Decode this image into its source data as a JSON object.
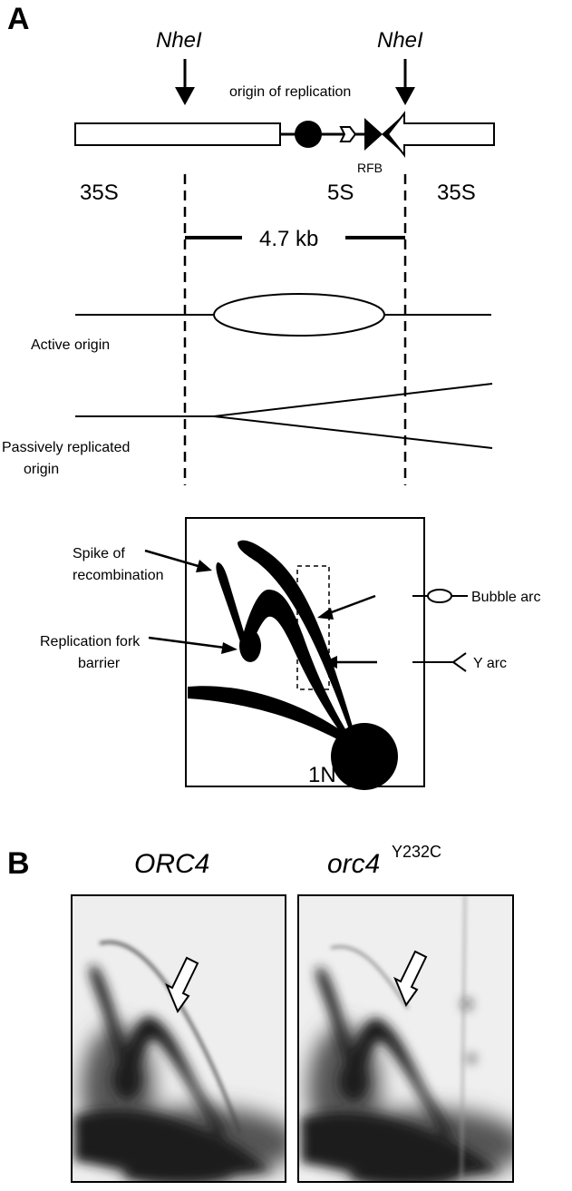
{
  "panelA": {
    "letter": "A",
    "nhe_left": "NheI",
    "nhe_right": "NheI",
    "origin_label": "origin of replication",
    "rfb_label": "RFB",
    "label_35s_left": "35S",
    "label_5s": "5S",
    "label_35s_right": "35S",
    "size_label": "4.7 kb",
    "active_origin_label": "Active origin",
    "passive_label_line1": "Passively replicated",
    "passive_label_line2": "origin",
    "spike_line1": "Spike of",
    "spike_line2": "recombination",
    "rfb_line1": "Replication fork",
    "rfb_line2": "barrier",
    "label_1n": "1N",
    "bubble_arc_label": "Bubble arc",
    "y_arc_label": "Y arc"
  },
  "panelB": {
    "letter": "B",
    "left_title": "ORC4",
    "right_title_base": "orc4",
    "right_title_sup": "Y232C"
  },
  "colors": {
    "ink": "#000000",
    "blot_dark": "#1c1c1c",
    "blot_bg": "#ececec"
  }
}
